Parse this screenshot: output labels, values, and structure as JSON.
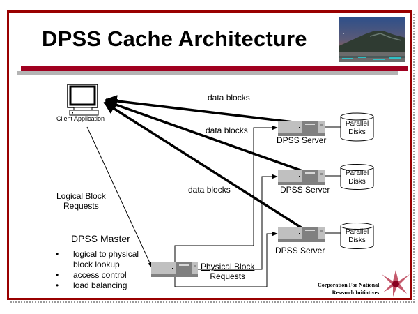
{
  "slide": {
    "title": "DPSS Cache Architecture",
    "colors": {
      "accent_red": "#a00020",
      "frame_red": "#990000",
      "shadow_gray": "#b4b4b4"
    }
  },
  "diagram": {
    "client": {
      "label": "Client Application",
      "icon": "computer-monitor-icon"
    },
    "master": {
      "title": "DPSS Master",
      "bullets": [
        "logical to physical block lookup",
        "access control",
        "load balancing"
      ],
      "bullet_lines": [
        [
          "logical to physical",
          "block lookup"
        ],
        [
          "access control"
        ],
        [
          "load balancing"
        ]
      ],
      "icon": "server-icon"
    },
    "servers": [
      {
        "label": "DPSS Server",
        "disk_label": [
          "Parallel",
          "Disks"
        ]
      },
      {
        "label": "DPSS Server",
        "disk_label": [
          "Parallel",
          "Disks"
        ]
      },
      {
        "label": "DPSS Server",
        "disk_label": [
          "Parallel",
          "Disks"
        ]
      }
    ],
    "edge_labels": {
      "data_blocks_1": "data blocks",
      "data_blocks_2": "data blocks",
      "data_blocks_3": "data blocks",
      "logical_requests": [
        "Logical Block",
        "Requests"
      ],
      "physical_requests": [
        "Physical  Block",
        "Requests"
      ]
    }
  },
  "footer": {
    "credit": [
      "Corporation For National",
      "Research Initiatives"
    ],
    "logo": "cnri-star-logo"
  }
}
